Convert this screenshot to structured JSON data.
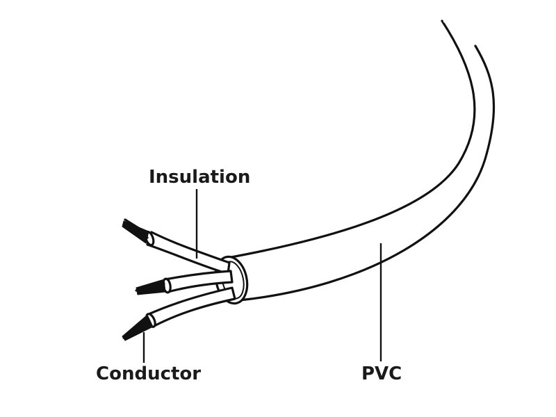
{
  "diagram": {
    "labels": {
      "insulation": "Insulation",
      "conductor": "Conductor",
      "pvc": "PVC"
    },
    "colors": {
      "ink": "#111111",
      "background": "#ffffff"
    }
  }
}
